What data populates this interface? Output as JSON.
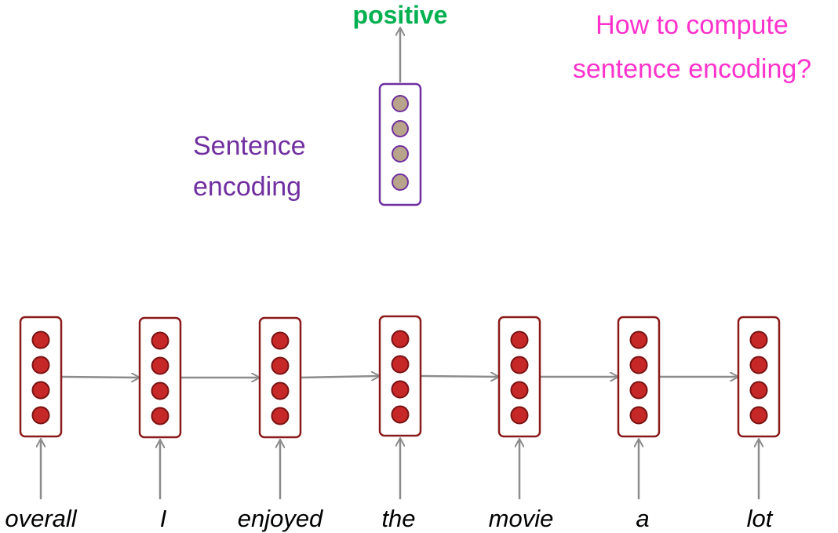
{
  "output_label": "positive",
  "question": {
    "line1": "How to compute",
    "line2": "sentence encoding?"
  },
  "encoding_label": {
    "line1": "Sentence",
    "line2": "encoding"
  },
  "words": [
    "overall",
    "I",
    "enjoyed",
    "the",
    "movie",
    "a",
    "lot"
  ],
  "colors": {
    "positive": "#00b050",
    "question": "#ff33cc",
    "encoding": "#7030a0",
    "word": "#000000",
    "rnn_box": "#8b1a1a",
    "rnn_neuron_fill": "#c62828",
    "rnn_neuron_stroke": "#7a1212",
    "encoding_box": "#7030a0",
    "encoding_neuron_fill": "#b8a48a",
    "arrow": "#8c8c8c"
  }
}
